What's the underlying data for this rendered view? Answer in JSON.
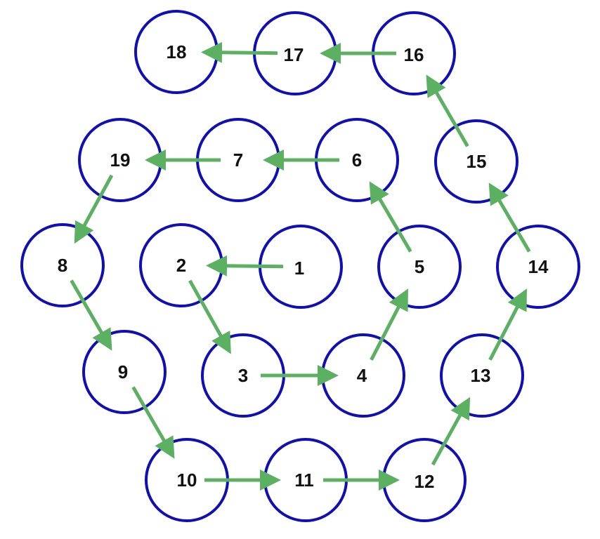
{
  "colors": {
    "node_stroke": "#0f0fb4",
    "arrow": "#5cb062",
    "text": "#111111",
    "background": "#ffffff"
  },
  "nodes": [
    "1",
    "2",
    "3",
    "4",
    "5",
    "6",
    "7",
    "8",
    "9",
    "10",
    "11",
    "12",
    "13",
    "14",
    "15",
    "16",
    "17",
    "18",
    "19"
  ],
  "edges": [
    {
      "from": "1",
      "to": "2"
    },
    {
      "from": "2",
      "to": "3"
    },
    {
      "from": "3",
      "to": "4"
    },
    {
      "from": "4",
      "to": "5"
    },
    {
      "from": "5",
      "to": "6"
    },
    {
      "from": "6",
      "to": "7"
    },
    {
      "from": "7",
      "to": "19"
    },
    {
      "from": "19",
      "to": "8"
    },
    {
      "from": "8",
      "to": "9"
    },
    {
      "from": "9",
      "to": "10"
    },
    {
      "from": "10",
      "to": "11"
    },
    {
      "from": "11",
      "to": "12"
    },
    {
      "from": "12",
      "to": "13"
    },
    {
      "from": "13",
      "to": "14"
    },
    {
      "from": "14",
      "to": "15"
    },
    {
      "from": "15",
      "to": "16"
    },
    {
      "from": "16",
      "to": "17"
    },
    {
      "from": "17",
      "to": "18"
    }
  ]
}
